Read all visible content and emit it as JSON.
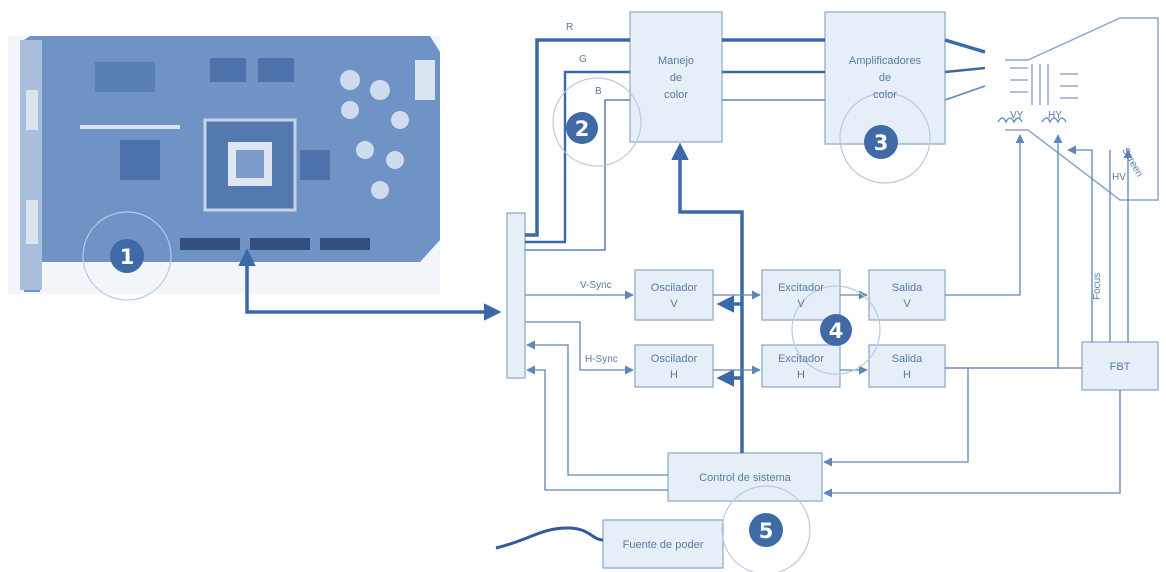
{
  "blocks": {
    "manejo_color": [
      "Manejo",
      "de",
      "color"
    ],
    "amplificadores": [
      "Amplificadores",
      "de",
      "color"
    ],
    "osc_v": [
      "Oscilador",
      "V"
    ],
    "osc_h": [
      "Oscilador",
      "H"
    ],
    "exc_v": [
      "Excitador",
      "V"
    ],
    "exc_h": [
      "Excitador",
      "H"
    ],
    "sal_v": [
      "Salida",
      "V"
    ],
    "sal_h": [
      "Salida",
      "H"
    ],
    "fbt": "FBT",
    "control": "Control de sistema",
    "fuente": "Fuente de poder"
  },
  "signals": {
    "r": "R",
    "g": "G",
    "b": "B",
    "vsync": "V-Sync",
    "hsync": "H-Sync",
    "vy": "VY",
    "hy": "HY",
    "screen": "Screen",
    "focus": "Focus",
    "hv": "HV"
  },
  "markers": [
    "1",
    "2",
    "3",
    "4",
    "5"
  ],
  "colors": {
    "marker_fill": "#3f6aa6",
    "lines": "#5f86b8",
    "blocks": "#e6eef7"
  }
}
